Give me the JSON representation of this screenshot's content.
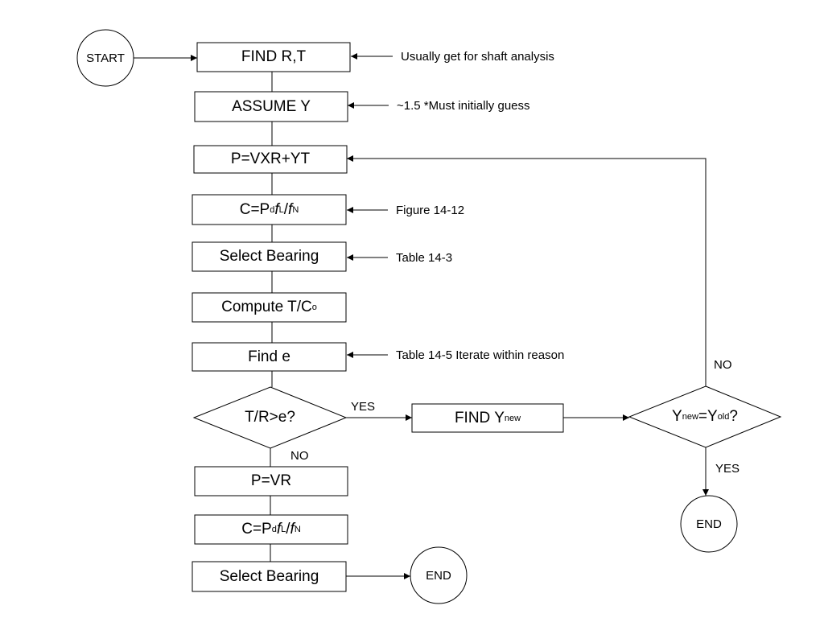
{
  "nodes": {
    "start": "START",
    "find_rt": "FIND R,T",
    "assume_y": "ASSUME Y",
    "p_vxr_yt": "P=VXR+YT",
    "c_formula_1": {
      "c": "C=P",
      "d": "d",
      "f1": "f",
      "L": "L",
      "slash": "/",
      "f2": "f",
      "N": "N"
    },
    "select_bearing_1": "Select Bearing",
    "compute_tco": {
      "main": "Compute T/C",
      "sub": "o"
    },
    "find_e": "Find e",
    "decision_tr": "T/R>e?",
    "find_ynew": {
      "main": "FIND Y",
      "sub": "new"
    },
    "decision_y": {
      "y1": "Y",
      "new": "new",
      "eq": "=Y",
      "old": "old",
      "q": "?"
    },
    "p_vr": "P=VR",
    "c_formula_2": {
      "c": "C=P",
      "d": "d",
      "f1": "f",
      "L": "L",
      "slash": "/",
      "f2": "f",
      "N": "N"
    },
    "select_bearing_2": "Select Bearing",
    "end_1": "END",
    "end_2": "END"
  },
  "annotations": {
    "find_rt": "Usually get for shaft analysis",
    "assume_y": "~1.5 *Must initially guess",
    "c_formula": "Figure 14-12",
    "select_bearing": "Table 14-3",
    "find_e": "Table 14-5 Iterate within reason"
  },
  "edge_labels": {
    "yes_1": "YES",
    "no_1": "NO",
    "no_2": "NO",
    "yes_2": "YES"
  }
}
